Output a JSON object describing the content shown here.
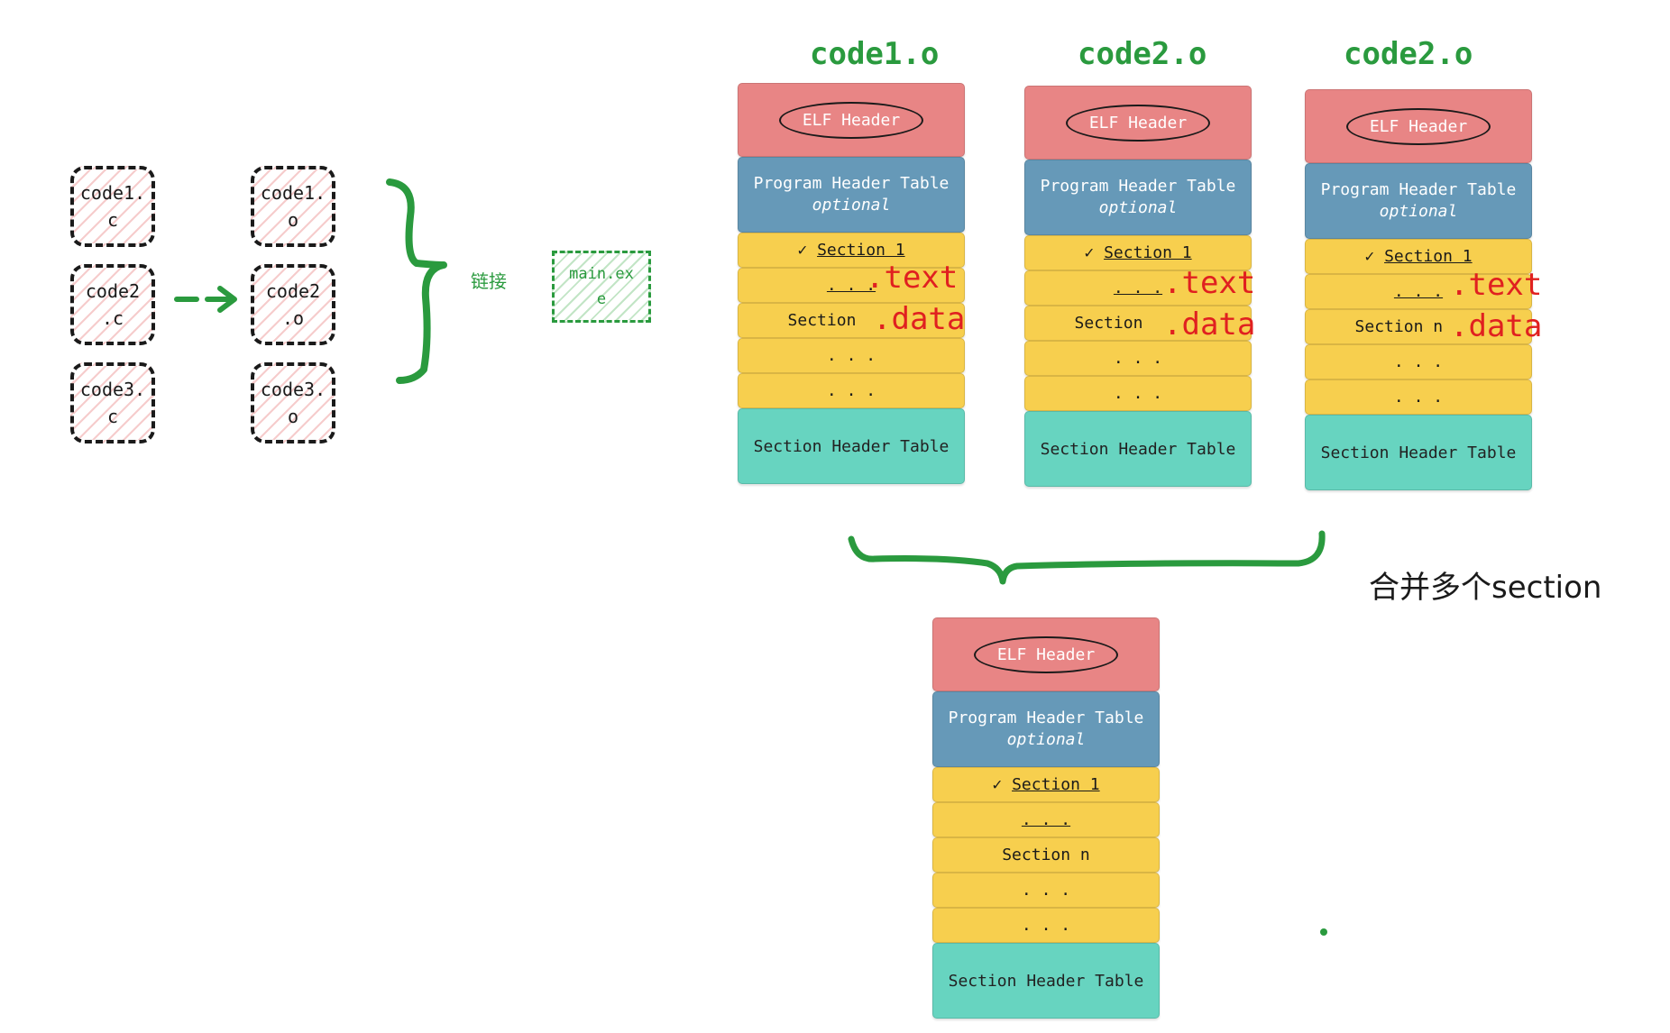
{
  "sources": [
    {
      "line1": "code1.",
      "line2": "c"
    },
    {
      "line1": "code2",
      "line2": ".c"
    },
    {
      "line1": "code3.",
      "line2": "c"
    }
  ],
  "objects": [
    {
      "line1": "code1.",
      "line2": "o"
    },
    {
      "line1": "code2",
      "line2": ".o"
    },
    {
      "line1": "code3.",
      "line2": "o"
    }
  ],
  "link_label": "链接",
  "exe": {
    "line1": "main.ex",
    "line2": "e"
  },
  "columns": [
    {
      "title": "code1.o"
    },
    {
      "title": "code2.o"
    },
    {
      "title": "code2.o"
    }
  ],
  "elf": {
    "elf_header": "ELF Header",
    "pht_line1": "Program Header Table",
    "pht_line2": "optional",
    "check": "✓",
    "section1": "Section 1",
    "dots": ". . .",
    "section_n": "Section n",
    "section_cut": "Section",
    "sht": "Section Header Table"
  },
  "annotations": {
    "text": ".text",
    "data": ".data"
  },
  "merge_label": "合并多个section",
  "colors": {
    "elf_header": "#e88585",
    "program_header": "#6699b8",
    "section": "#f7cf4e",
    "section_header": "#67d4c0",
    "green": "#2a9a3e",
    "red": "#e02020"
  }
}
